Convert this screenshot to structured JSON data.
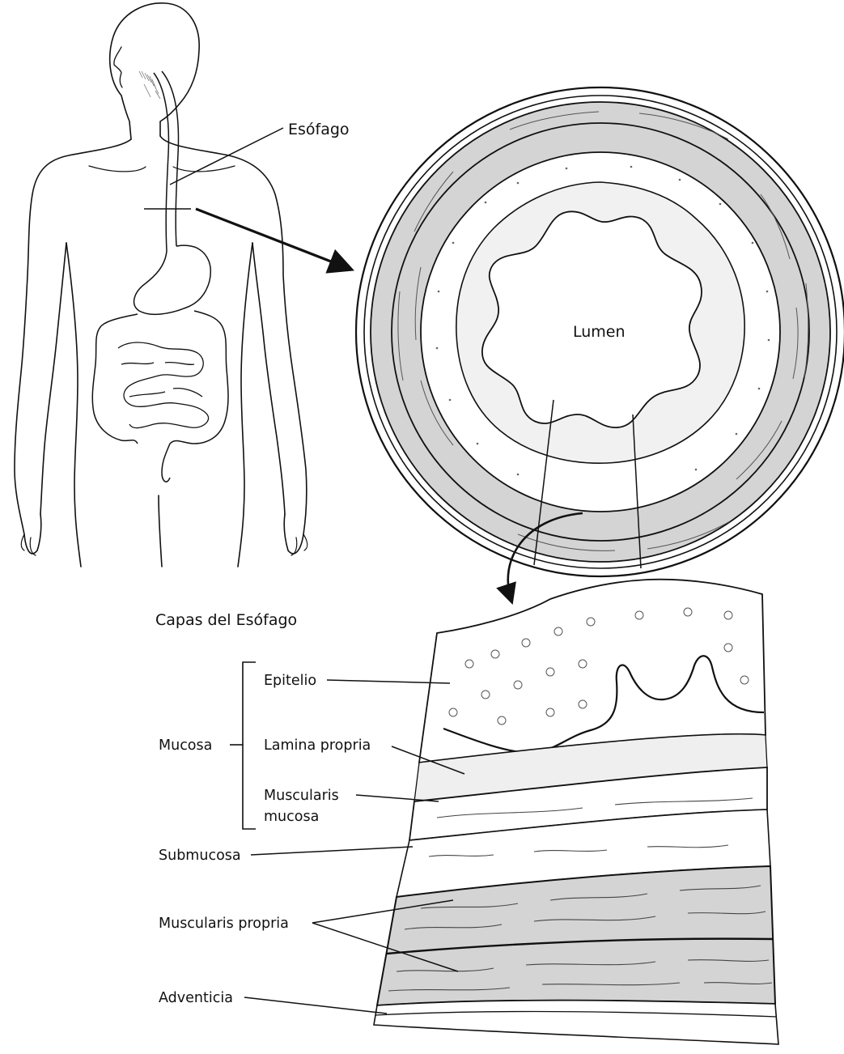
{
  "labels": {
    "esophagus": "Esófago",
    "lumen": "Lumen",
    "layers_title": "Capas del Esófago",
    "mucosa": "Mucosa",
    "epithelium": "Epitelio",
    "lamina_propria": "Lamina propria",
    "muscularis_mucosa_1": "Muscularis",
    "muscularis_mucosa_2": "mucosa",
    "submucosa": "Submucosa",
    "muscularis_propria": "Muscularis propria",
    "adventitia": "Adventicia"
  },
  "colors": {
    "line": "#111111",
    "muscle_fill": "#d4d4d4",
    "tissue_fill": "#ffffff"
  }
}
